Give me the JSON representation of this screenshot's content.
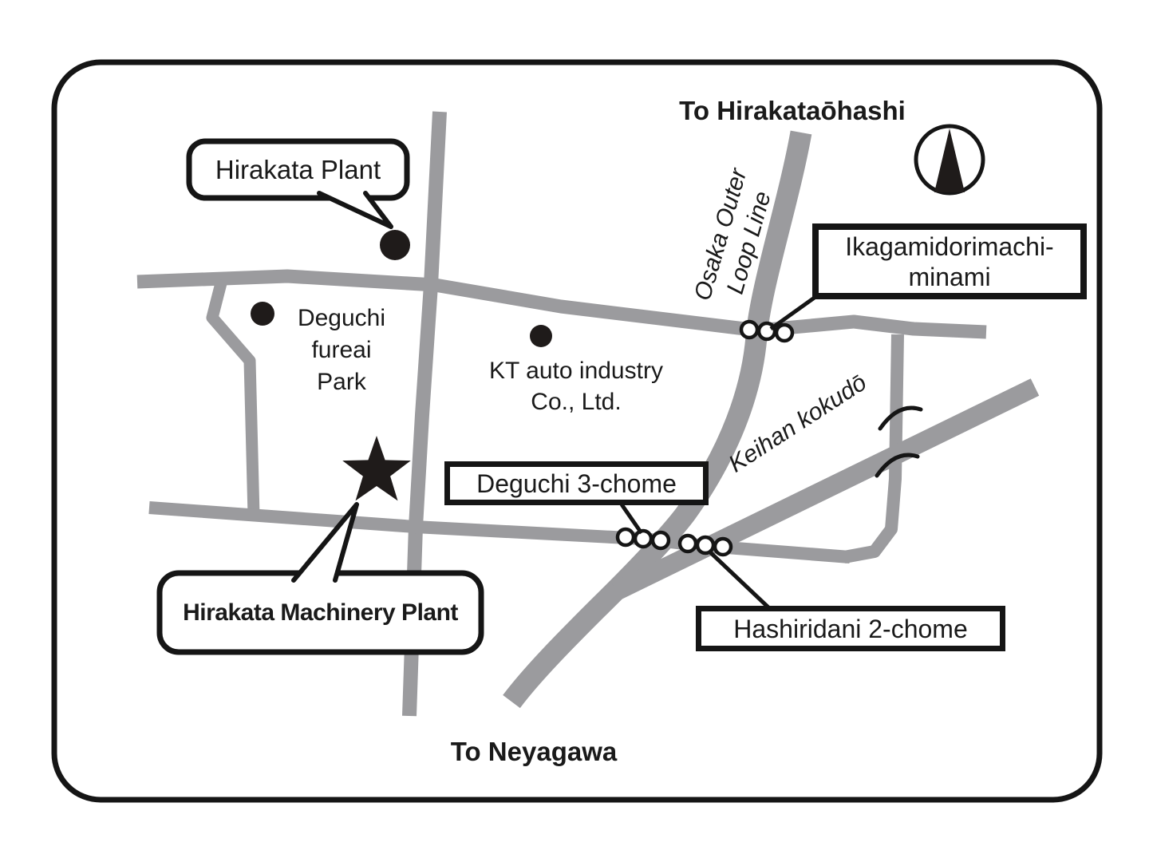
{
  "map": {
    "direction_labels": {
      "north": "To Hirakataōhashi",
      "south": "To Neyagawa"
    },
    "road_names": {
      "osaka_outer_loop_line": [
        "Osaka Outer",
        "Loop Line"
      ],
      "keihan_kokudo": "Keihan kokudō"
    },
    "callouts": {
      "hirakata_plant": "Hirakata Plant",
      "hirakata_machinery_plant": "Hirakata Machinery Plant",
      "ikagamidorimachi_minami": [
        "Ikagamidorimachi-",
        "minami"
      ],
      "deguchi_3_chome": "Deguchi 3-chome",
      "hashiridani_2_chome": "Hashiridani 2-chome"
    },
    "landmarks": {
      "deguchi_fureai_park": [
        "Deguchi",
        "fureai",
        "Park"
      ],
      "kt_auto_industry": [
        "KT auto industry",
        "Co., Ltd."
      ]
    },
    "icons": {
      "compass": "compass-north-icon",
      "star": "star-marker-icon",
      "dot": "location-dot-icon",
      "signal": "traffic-signal-icon"
    },
    "colors": {
      "road": "#9b9b9e",
      "ink": "#1a1a1a",
      "background": "#ffffff"
    }
  }
}
